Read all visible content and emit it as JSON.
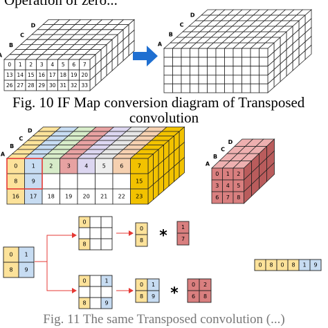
{
  "captions": {
    "top_partial": "Operation of zero...",
    "fig10_line1": "Fig. 10 IF Map conversion diagram of Transposed",
    "fig10_line2": "convolution",
    "bottom_partial": "Fig. 11 The same Transposed convolution (...)"
  },
  "fig10": {
    "face_labels": [
      "A",
      "B",
      "C",
      "D"
    ],
    "left_grid": [
      [
        "0",
        "1",
        "2",
        "3",
        "4",
        "5",
        "6",
        "7"
      ],
      [
        "13",
        "14",
        "15",
        "16",
        "17",
        "18",
        "19",
        "20"
      ],
      [
        "26",
        "27",
        "28",
        "29",
        "30",
        "31",
        "32",
        "33"
      ]
    ],
    "right_face_labels": [
      "A",
      "B",
      "C",
      "D"
    ],
    "arrow_color": "#1f6fd1"
  },
  "fig11": {
    "face_labels": [
      "A",
      "B",
      "C",
      "D"
    ],
    "map_grid": [
      [
        "0",
        "1",
        "2",
        "3",
        "4",
        "5",
        "6",
        "7"
      ],
      [
        "8",
        "9",
        "",
        "",
        "",
        "",
        "",
        "15"
      ],
      [
        "16",
        "17",
        "18",
        "19",
        "20",
        "21",
        "22",
        "23"
      ]
    ],
    "kernel_face_labels": [
      "A",
      "B",
      "C",
      "D"
    ],
    "kernel_grid": [
      [
        "0",
        "1",
        "2"
      ],
      [
        "3",
        "4",
        "5"
      ],
      [
        "6",
        "7",
        "8"
      ]
    ],
    "input_block": [
      "0",
      "1",
      "8",
      "9"
    ],
    "upper_padded": [
      "0",
      "",
      "",
      "",
      "",
      "",
      "8",
      "",
      ""
    ],
    "lower_padded": [
      "0",
      "",
      "1",
      "",
      "",
      "",
      "8",
      "",
      "9"
    ],
    "upper_pair": [
      "0",
      "8"
    ],
    "upper_kernel": [
      "1",
      "7"
    ],
    "lower_quad": [
      "0",
      "1",
      "8",
      "9"
    ],
    "lower_kernel": [
      "0",
      "2",
      "6",
      "8"
    ],
    "result_row": [
      "0",
      "8",
      "0",
      "8",
      "1",
      "9"
    ],
    "operator": "*",
    "colors": {
      "yellow": "#fce29a",
      "blue": "#c7dcf2",
      "pink": "#e7a2a2",
      "kernel": "#d97f7f",
      "kernel_dark": "#b95c5c",
      "kernel_light": "#eeb0b0",
      "gold": "#f2c200",
      "red": "#e53935"
    }
  }
}
